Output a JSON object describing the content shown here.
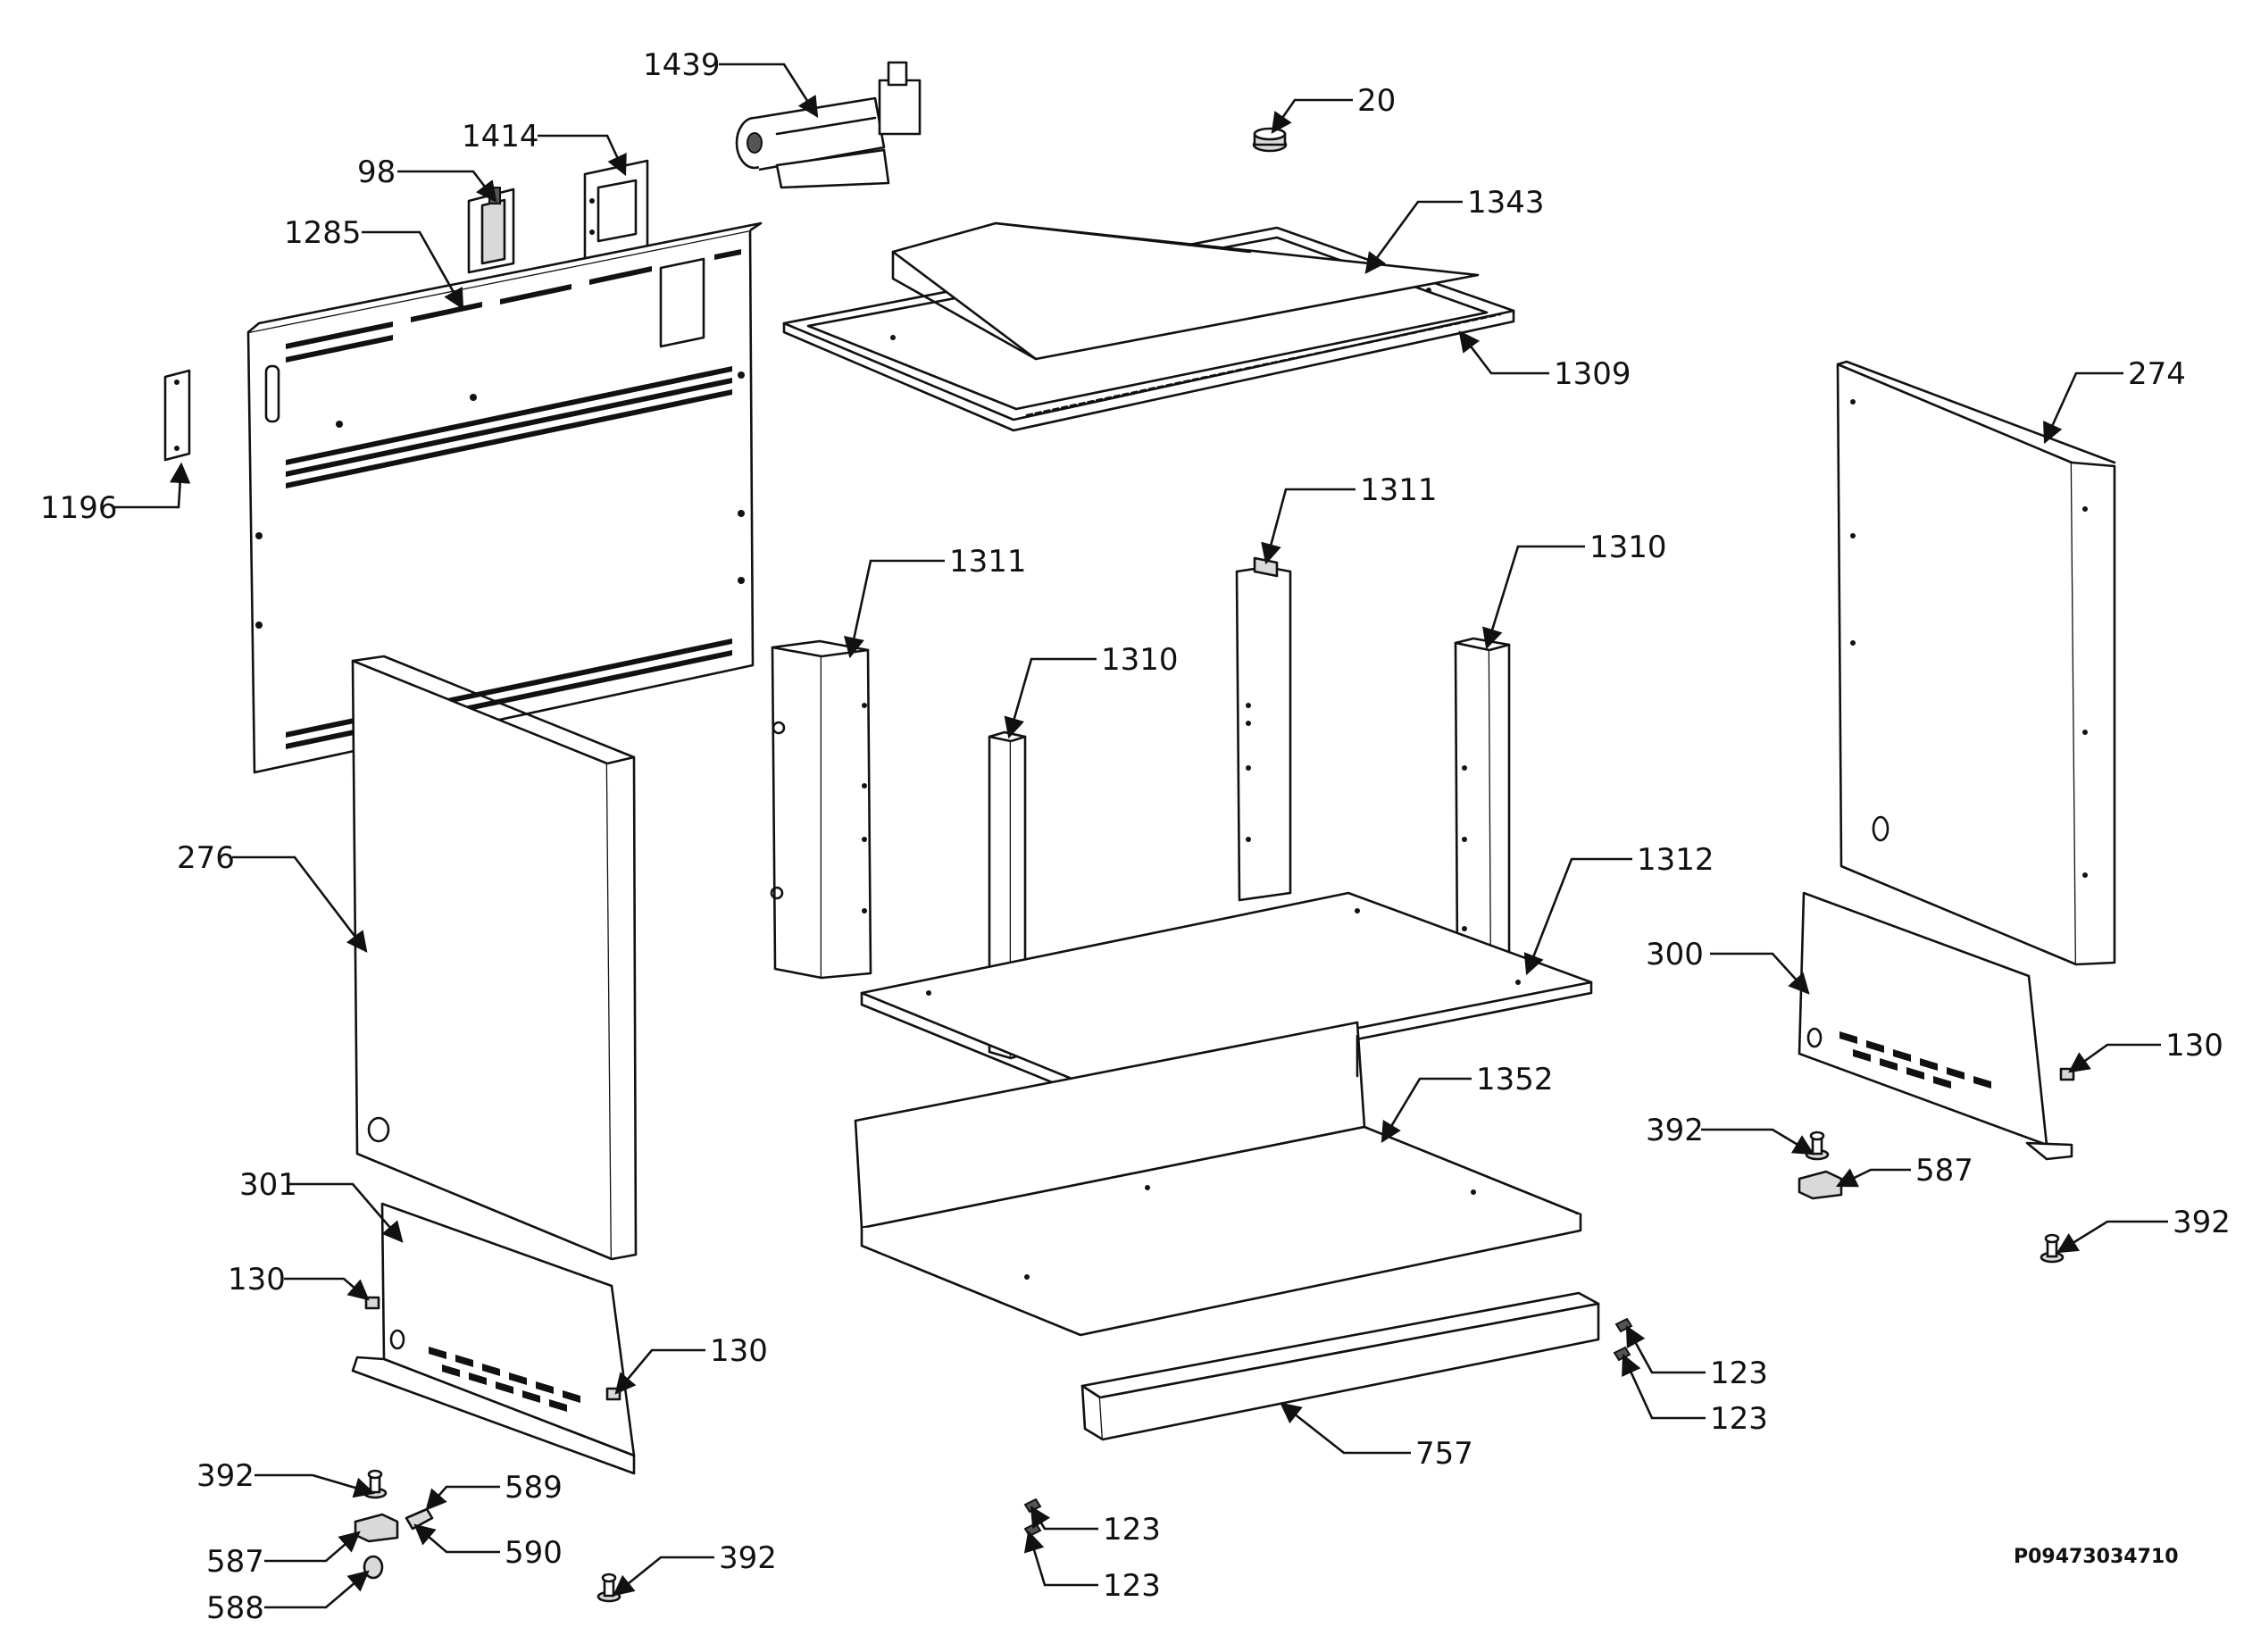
{
  "callouts": [
    {
      "id": "1439",
      "text": "1439"
    },
    {
      "id": "20",
      "text": "20"
    },
    {
      "id": "1414",
      "text": "1414"
    },
    {
      "id": "98",
      "text": "98"
    },
    {
      "id": "1285",
      "text": "1285"
    },
    {
      "id": "1343",
      "text": "1343"
    },
    {
      "id": "1309",
      "text": "1309"
    },
    {
      "id": "274",
      "text": "274"
    },
    {
      "id": "1196",
      "text": "1196"
    },
    {
      "id": "1311a",
      "text": "1311"
    },
    {
      "id": "1311b",
      "text": "1311"
    },
    {
      "id": "1310a",
      "text": "1310"
    },
    {
      "id": "1310b",
      "text": "1310"
    },
    {
      "id": "276",
      "text": "276"
    },
    {
      "id": "1312",
      "text": "1312"
    },
    {
      "id": "300",
      "text": "300"
    },
    {
      "id": "130a",
      "text": "130"
    },
    {
      "id": "1352",
      "text": "1352"
    },
    {
      "id": "392a",
      "text": "392"
    },
    {
      "id": "587a",
      "text": "587"
    },
    {
      "id": "301",
      "text": "301"
    },
    {
      "id": "392b",
      "text": "392"
    },
    {
      "id": "130b",
      "text": "130"
    },
    {
      "id": "130c",
      "text": "130"
    },
    {
      "id": "123a",
      "text": "123"
    },
    {
      "id": "123b",
      "text": "123"
    },
    {
      "id": "757",
      "text": "757"
    },
    {
      "id": "392c",
      "text": "392"
    },
    {
      "id": "589",
      "text": "589"
    },
    {
      "id": "587b",
      "text": "587"
    },
    {
      "id": "590",
      "text": "590"
    },
    {
      "id": "588",
      "text": "588"
    },
    {
      "id": "392d",
      "text": "392"
    },
    {
      "id": "123c",
      "text": "123"
    },
    {
      "id": "123d",
      "text": "123"
    }
  ],
  "document_number": "P09473034710"
}
